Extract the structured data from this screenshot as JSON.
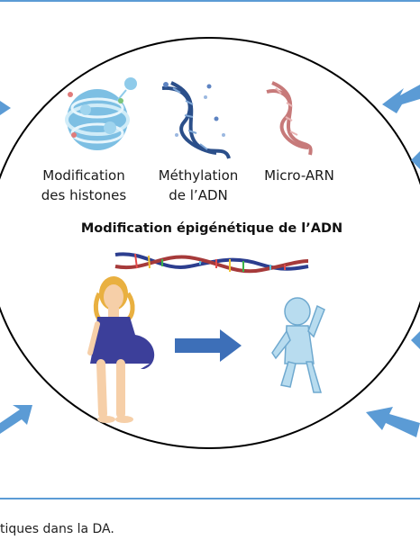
{
  "diagram": {
    "labels": {
      "histones_line1": "Modification",
      "histones_line2": "des histones",
      "methylation_line1": "Méthylation",
      "methylation_line2": "de l’ADN",
      "micro_arn": "Micro-ARN"
    },
    "heading": "Modification épigénétique de l’ADN",
    "caption": "tiques dans la DA."
  },
  "colors": {
    "rule": "#5b9bd5",
    "outer_arrow": "#5b9bd5",
    "center_arrow": "#3d6fb8",
    "circle_outline": "#000000",
    "histone": "#6fb8e0",
    "dress": "#3c3f9a",
    "skin": "#f6cfa8",
    "hair": "#e9b040",
    "baby": "#b8dcef"
  },
  "icons": {
    "histone": "histone-icon",
    "methylation": "dna-methylation-icon",
    "micro_arn": "micro-rna-icon",
    "dna": "dna-helix-icon",
    "mother": "pregnant-woman-icon",
    "baby": "baby-icon"
  }
}
